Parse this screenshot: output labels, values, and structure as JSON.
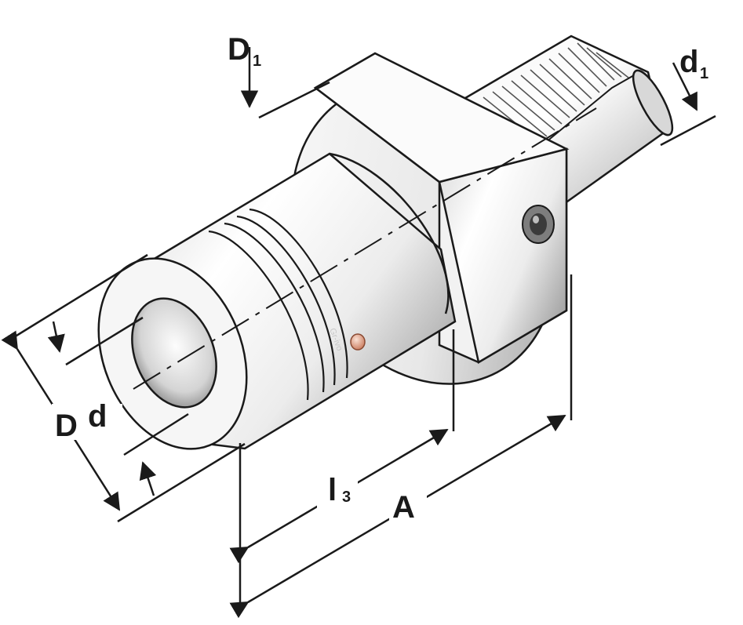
{
  "labels": {
    "D1": "D",
    "D1_sub": "1",
    "d1": "d",
    "d1_sub": "1",
    "D": "D",
    "d": "d",
    "l3": "l",
    "l3_sub": "3",
    "A": "A"
  },
  "engraving": "Gr-ivo",
  "colors": {
    "line": "#1a1a1a",
    "metal_light": "#ffffff",
    "metal_mid": "#e6e6e6",
    "metal_dark": "#9a9a9a",
    "pin": "#e6a88c"
  }
}
